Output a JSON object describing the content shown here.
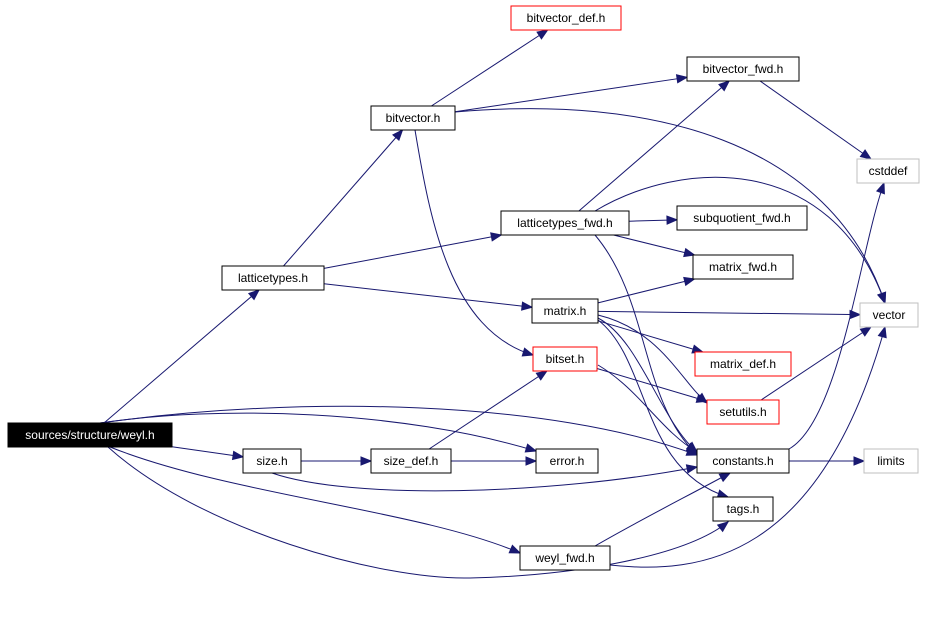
{
  "colors": {
    "edge": "#191970",
    "default_border": "#000000",
    "missing_border": "#ff0000",
    "system_border": "#bfbfbf",
    "root_fill": "#000000",
    "root_text": "#ffffff",
    "text": "#000000"
  },
  "nodes": [
    {
      "id": "weyl",
      "label": "sources/structure/weyl.h",
      "kind": "root"
    },
    {
      "id": "latticetypes",
      "label": "latticetypes.h",
      "kind": "default"
    },
    {
      "id": "bitvector",
      "label": "bitvector.h",
      "kind": "default"
    },
    {
      "id": "bitvector_def",
      "label": "bitvector_def.h",
      "kind": "missing"
    },
    {
      "id": "bitvector_fwd",
      "label": "bitvector_fwd.h",
      "kind": "default"
    },
    {
      "id": "cstddef",
      "label": "cstddef",
      "kind": "system"
    },
    {
      "id": "latticetypes_fwd",
      "label": "latticetypes_fwd.h",
      "kind": "default"
    },
    {
      "id": "subquotient_fwd",
      "label": "subquotient_fwd.h",
      "kind": "default"
    },
    {
      "id": "matrix_fwd",
      "label": "matrix_fwd.h",
      "kind": "default"
    },
    {
      "id": "matrix",
      "label": "matrix.h",
      "kind": "default"
    },
    {
      "id": "vector",
      "label": "vector",
      "kind": "system"
    },
    {
      "id": "bitset",
      "label": "bitset.h",
      "kind": "missing"
    },
    {
      "id": "matrix_def",
      "label": "matrix_def.h",
      "kind": "missing"
    },
    {
      "id": "setutils",
      "label": "setutils.h",
      "kind": "missing"
    },
    {
      "id": "size",
      "label": "size.h",
      "kind": "default"
    },
    {
      "id": "size_def",
      "label": "size_def.h",
      "kind": "default"
    },
    {
      "id": "error",
      "label": "error.h",
      "kind": "default"
    },
    {
      "id": "constants",
      "label": "constants.h",
      "kind": "default"
    },
    {
      "id": "limits",
      "label": "limits",
      "kind": "system"
    },
    {
      "id": "tags",
      "label": "tags.h",
      "kind": "default"
    },
    {
      "id": "weyl_fwd",
      "label": "weyl_fwd.h",
      "kind": "default"
    }
  ],
  "edges": [
    {
      "from": "weyl",
      "to": "latticetypes"
    },
    {
      "from": "weyl",
      "to": "size"
    },
    {
      "from": "weyl",
      "to": "error"
    },
    {
      "from": "weyl",
      "to": "constants"
    },
    {
      "from": "weyl",
      "to": "weyl_fwd"
    },
    {
      "from": "weyl",
      "to": "tags"
    },
    {
      "from": "latticetypes",
      "to": "bitvector"
    },
    {
      "from": "latticetypes",
      "to": "latticetypes_fwd"
    },
    {
      "from": "latticetypes",
      "to": "matrix"
    },
    {
      "from": "bitvector",
      "to": "bitvector_def"
    },
    {
      "from": "bitvector",
      "to": "bitvector_fwd"
    },
    {
      "from": "bitvector",
      "to": "vector"
    },
    {
      "from": "bitvector",
      "to": "bitset"
    },
    {
      "from": "bitvector_fwd",
      "to": "cstddef"
    },
    {
      "from": "latticetypes_fwd",
      "to": "bitvector_fwd"
    },
    {
      "from": "latticetypes_fwd",
      "to": "subquotient_fwd"
    },
    {
      "from": "latticetypes_fwd",
      "to": "matrix_fwd"
    },
    {
      "from": "latticetypes_fwd",
      "to": "vector"
    },
    {
      "from": "latticetypes_fwd",
      "to": "constants"
    },
    {
      "from": "matrix",
      "to": "matrix_fwd"
    },
    {
      "from": "matrix",
      "to": "vector"
    },
    {
      "from": "matrix",
      "to": "matrix_def"
    },
    {
      "from": "matrix",
      "to": "setutils"
    },
    {
      "from": "matrix",
      "to": "constants"
    },
    {
      "from": "matrix",
      "to": "tags"
    },
    {
      "from": "bitset",
      "to": "setutils"
    },
    {
      "from": "bitset",
      "to": "constants"
    },
    {
      "from": "setutils",
      "to": "vector"
    },
    {
      "from": "size",
      "to": "size_def"
    },
    {
      "from": "size",
      "to": "constants"
    },
    {
      "from": "size_def",
      "to": "bitset"
    },
    {
      "from": "size_def",
      "to": "error"
    },
    {
      "from": "constants",
      "to": "cstddef"
    },
    {
      "from": "constants",
      "to": "limits"
    },
    {
      "from": "weyl_fwd",
      "to": "constants"
    },
    {
      "from": "weyl_fwd",
      "to": "vector"
    }
  ]
}
